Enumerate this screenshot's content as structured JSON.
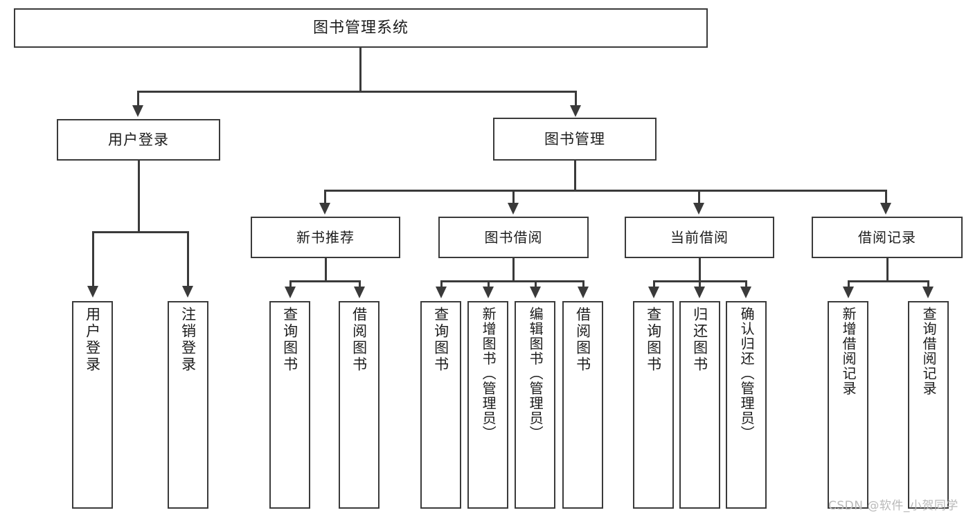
{
  "diagram": {
    "kind": "functional-structure-tree",
    "root": {
      "id": "root",
      "label": "图书管理系统"
    },
    "level1": [
      {
        "id": "user-login",
        "label": "用户登录"
      },
      {
        "id": "book-manage",
        "label": "图书管理"
      }
    ],
    "level2": [
      {
        "id": "new-book-recommend",
        "label": "新书推荐",
        "parent": "book-manage"
      },
      {
        "id": "book-borrow",
        "label": "图书借阅",
        "parent": "book-manage"
      },
      {
        "id": "current-borrow",
        "label": "当前借阅",
        "parent": "book-manage"
      },
      {
        "id": "borrow-record",
        "label": "借阅记录",
        "parent": "book-manage"
      }
    ],
    "leaves": [
      {
        "id": "leaf-user-login",
        "label": "用户登录",
        "parent": "user-login"
      },
      {
        "id": "leaf-user-logout",
        "label": "注销登录",
        "parent": "user-login"
      },
      {
        "id": "leaf-query-book-rec",
        "label": "查询图书",
        "parent": "new-book-recommend"
      },
      {
        "id": "leaf-borrow-book-rec",
        "label": "借阅图书",
        "parent": "new-book-recommend"
      },
      {
        "id": "leaf-query-book-borrow",
        "label": "查询图书",
        "parent": "book-borrow"
      },
      {
        "id": "leaf-add-book",
        "label": "新增图书（管理员）",
        "parent": "book-borrow"
      },
      {
        "id": "leaf-edit-book",
        "label": "编辑图书（管理员）",
        "parent": "book-borrow"
      },
      {
        "id": "leaf-borrow-book",
        "label": "借阅图书",
        "parent": "book-borrow"
      },
      {
        "id": "leaf-query-book-cur",
        "label": "查询图书",
        "parent": "current-borrow"
      },
      {
        "id": "leaf-return-book",
        "label": "归还图书",
        "parent": "current-borrow"
      },
      {
        "id": "leaf-confirm-return",
        "label": "确认归还（管理员）",
        "parent": "current-borrow"
      },
      {
        "id": "leaf-add-record",
        "label": "新增借阅记录",
        "parent": "borrow-record"
      },
      {
        "id": "leaf-query-record",
        "label": "查询借阅记录",
        "parent": "borrow-record"
      }
    ]
  },
  "watermark": {
    "text": "CSDN @软件_小贺同学"
  },
  "colors": {
    "stroke": "#3a3a3a",
    "fill": "#ffffff",
    "text": "#1c1c1c",
    "watermark": "#b9b9b9"
  }
}
